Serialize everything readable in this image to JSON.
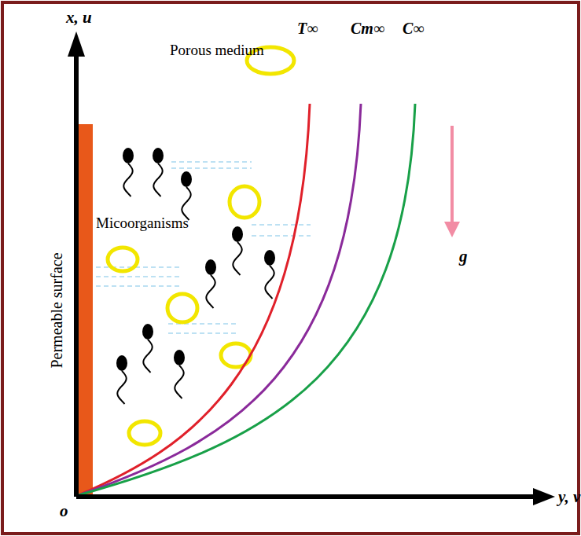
{
  "diagram": {
    "labels": [
      "x, u",
      "y, v",
      "o",
      "Permeable surface",
      "Porous medium",
      "Micoorganisms",
      "T∞",
      "Cm∞",
      "C∞",
      "g"
    ]
  }
}
